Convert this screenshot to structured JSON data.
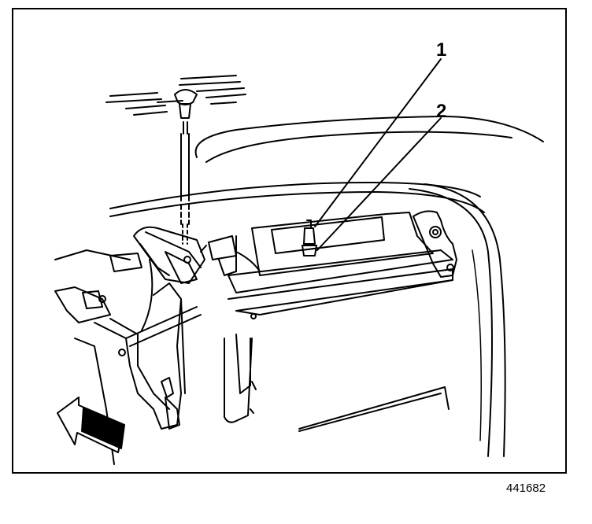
{
  "callouts": {
    "one": "1",
    "two": "2"
  },
  "figure_id": "441682",
  "colors": {
    "ink": "#000000",
    "paper": "#ffffff"
  }
}
